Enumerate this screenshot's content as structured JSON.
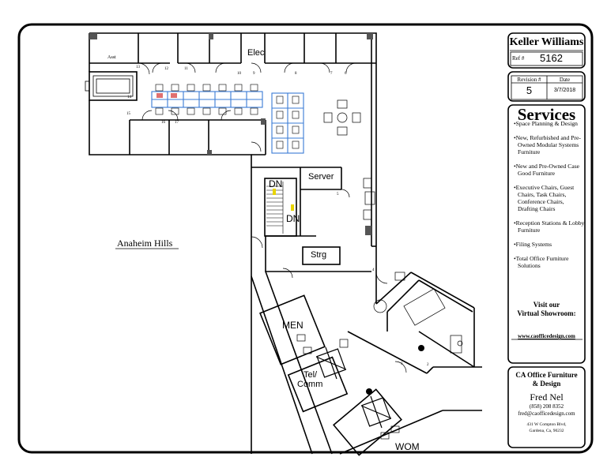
{
  "floorplan": {
    "labels": {
      "elec": "Elec",
      "server": "Server",
      "dn1": "DN",
      "dn2": "DN",
      "strg": "Strg",
      "men": "MEN",
      "tel_comm_1": "Tel/",
      "tel_comm_2": "Comm",
      "wom": "WOM",
      "location": "Anaheim Hills",
      "asst": "Asst"
    },
    "room_numbers": [
      "13",
      "12",
      "11",
      "10",
      "9",
      "8",
      "7",
      "6",
      "14",
      "15",
      "16",
      "17",
      "5",
      "4",
      "3",
      "2"
    ]
  },
  "title_block": {
    "company": "Keller Williams",
    "ref_label": "Ref #",
    "ref_value": "5162",
    "revision_label": "Revision #",
    "date_label": "Date",
    "revision_value": "5",
    "date_value": "3/7/2018",
    "services_heading": "Services",
    "services": [
      "Space Planning & Design",
      "New, Refurbished and Pre-Owned Modular Systems Furniture",
      "New and Pre-Owned Case Good Furniture",
      "Executive Chairs, Guest Chairs, Task Chairs, Conference Chairs, Drafting Chairs",
      "Reception Stations & Lobby Furniture",
      "Filing Systems",
      "Total Office Furniture Solutions"
    ],
    "visit_line1": "Visit our",
    "visit_line2": "Virtual Showroom:",
    "website": "www.caofficedesign.com",
    "firm_line1": "CA Office Furniture",
    "firm_line2": "& Design",
    "contact_name": "Fred Nel",
    "phone": "(858) 208 8352",
    "email": "fred@caofficedesign.com",
    "address1": "431 W Compton Blvd,",
    "address2": "Gardena, Ca, 90232"
  }
}
